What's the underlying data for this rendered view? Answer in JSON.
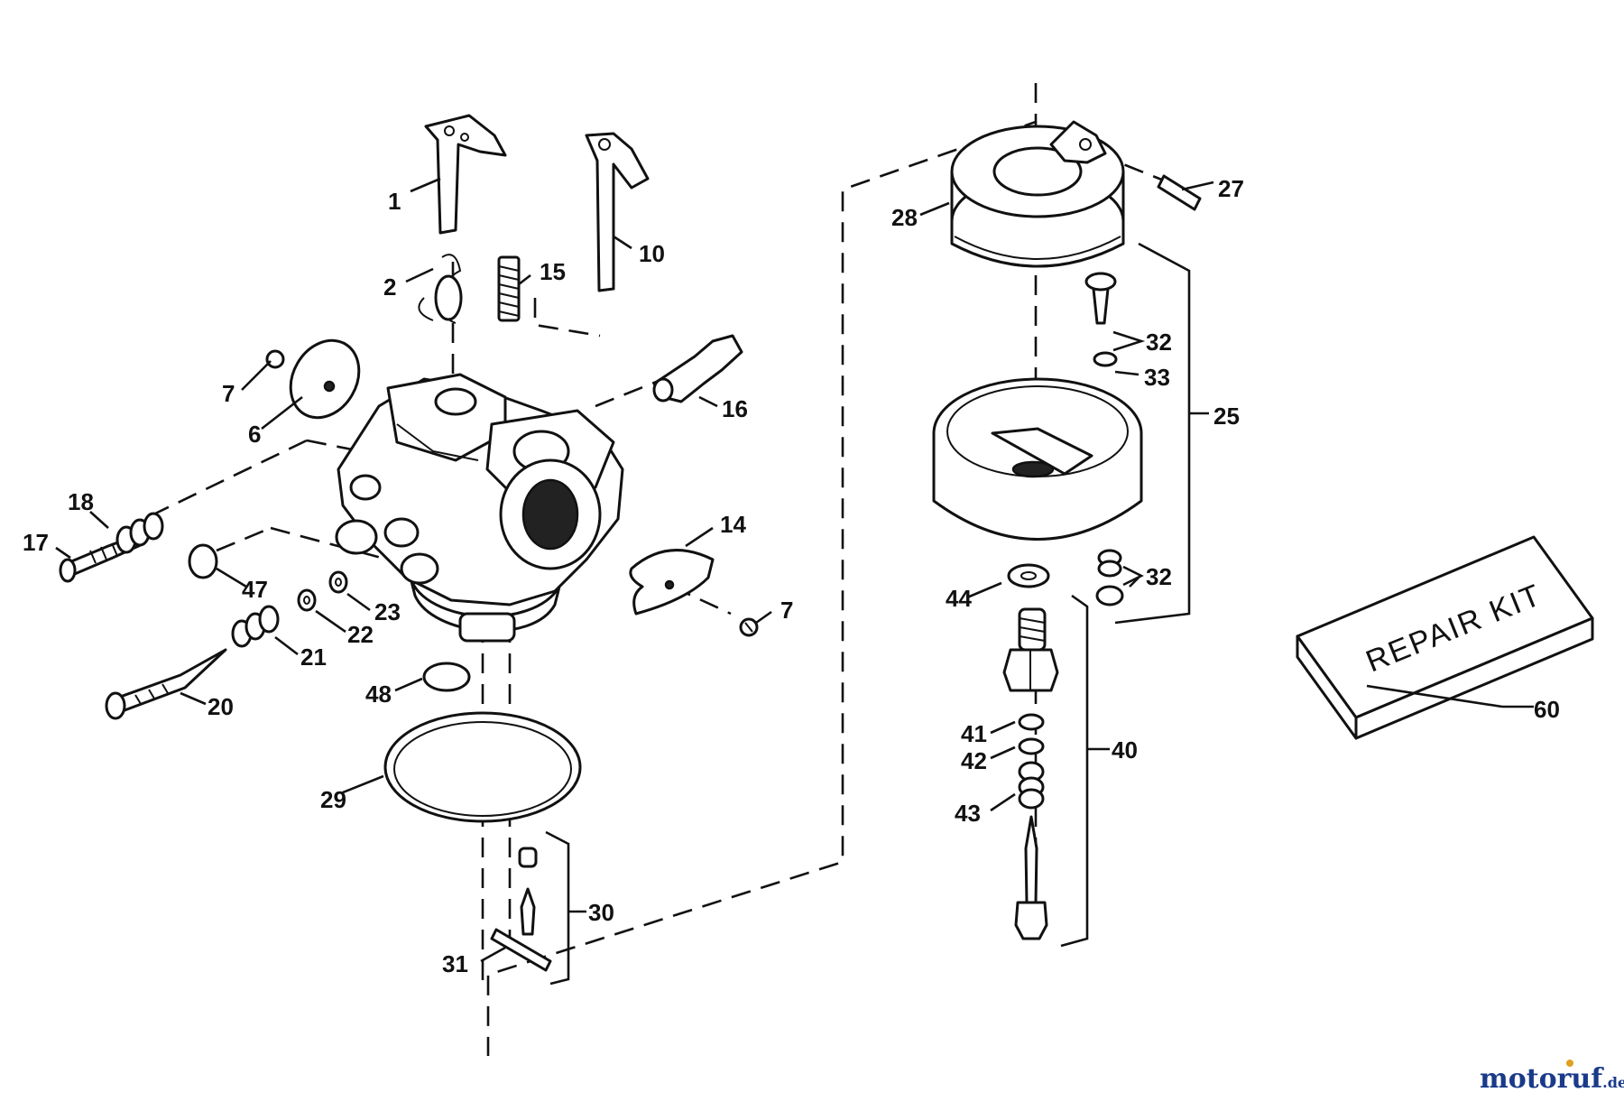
{
  "diagram": {
    "callouts": {
      "p1": "1",
      "p2": "2",
      "p6": "6",
      "p7a": "7",
      "p7b": "7",
      "p10": "10",
      "p14": "14",
      "p15": "15",
      "p16": "16",
      "p17": "17",
      "p18": "18",
      "p20": "20",
      "p21": "21",
      "p22": "22",
      "p23": "23",
      "p25": "25",
      "p27": "27",
      "p28": "28",
      "p29": "29",
      "p30": "30",
      "p31": "31",
      "p32a": "32",
      "p32b": "32",
      "p33": "33",
      "p40": "40",
      "p41": "41",
      "p42": "42",
      "p43": "43",
      "p44": "44",
      "p47": "47",
      "p48": "48",
      "p60": "60"
    },
    "repair_kit_label": "REPAIR KIT"
  },
  "watermark": {
    "brand": "motoruf",
    "suffix": ".de",
    "colors": {
      "primary": "#1a3a8a",
      "accent": "#e0a020"
    }
  }
}
